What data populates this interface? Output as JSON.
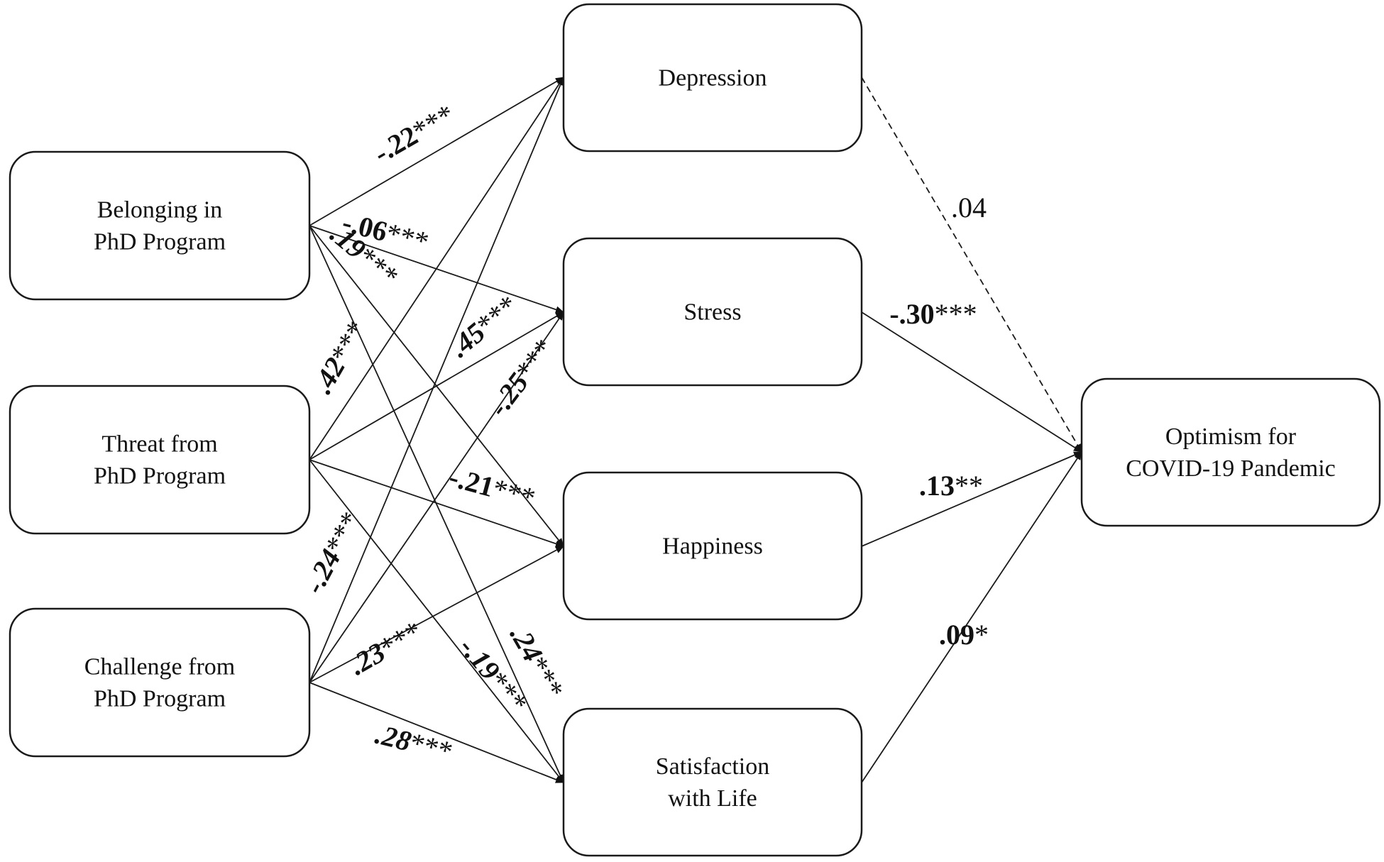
{
  "nodes": {
    "belonging": {
      "lines": [
        "Belonging in",
        "PhD Program"
      ]
    },
    "threat": {
      "lines": [
        "Threat from",
        "PhD Program"
      ]
    },
    "challenge": {
      "lines": [
        "Challenge from",
        "PhD Program"
      ]
    },
    "depression": {
      "lines": [
        "Depression"
      ]
    },
    "stress": {
      "lines": [
        "Stress"
      ]
    },
    "happiness": {
      "lines": [
        "Happiness"
      ]
    },
    "satisfaction": {
      "lines": [
        "Satisfaction",
        "with Life"
      ]
    },
    "optimism": {
      "lines": [
        "Optimism for",
        "COVID-19 Pandemic"
      ]
    }
  },
  "edges": [
    {
      "id": "belonging-depression",
      "from": "belonging",
      "to": "depression",
      "coef": "-.22",
      "stars": "***"
    },
    {
      "id": "belonging-stress",
      "from": "belonging",
      "to": "stress",
      "coef": "-.06",
      "stars": "***"
    },
    {
      "id": "belonging-happiness",
      "from": "belonging",
      "to": "happiness",
      "coef": ".19",
      "stars": "***"
    },
    {
      "id": "belonging-satisfaction",
      "from": "belonging",
      "to": "satisfaction",
      "coef": ".24",
      "stars": "***"
    },
    {
      "id": "threat-depression",
      "from": "threat",
      "to": "depression",
      "coef": ".42",
      "stars": "***"
    },
    {
      "id": "threat-stress",
      "from": "threat",
      "to": "stress",
      "coef": ".45",
      "stars": "***"
    },
    {
      "id": "threat-happiness",
      "from": "threat",
      "to": "happiness",
      "coef": "-.21",
      "stars": "***"
    },
    {
      "id": "threat-satisfaction",
      "from": "threat",
      "to": "satisfaction",
      "coef": "-.19",
      "stars": "***"
    },
    {
      "id": "challenge-depression",
      "from": "challenge",
      "to": "depression",
      "coef": "-.24",
      "stars": "***"
    },
    {
      "id": "challenge-stress",
      "from": "challenge",
      "to": "stress",
      "coef": "-.25",
      "stars": "***"
    },
    {
      "id": "challenge-happiness",
      "from": "challenge",
      "to": "happiness",
      "coef": ".23",
      "stars": "***"
    },
    {
      "id": "challenge-satisfaction",
      "from": "challenge",
      "to": "satisfaction",
      "coef": ".28",
      "stars": "***"
    },
    {
      "id": "depression-optimism",
      "from": "depression",
      "to": "optimism",
      "coef": ".04",
      "stars": "",
      "dashed": true
    },
    {
      "id": "stress-optimism",
      "from": "stress",
      "to": "optimism",
      "coef": "-.30",
      "stars": "***"
    },
    {
      "id": "happiness-optimism",
      "from": "happiness",
      "to": "optimism",
      "coef": ".13",
      "stars": "**"
    },
    {
      "id": "satisfaction-optimism",
      "from": "satisfaction",
      "to": "optimism",
      "coef": ".09",
      "stars": "*"
    }
  ]
}
